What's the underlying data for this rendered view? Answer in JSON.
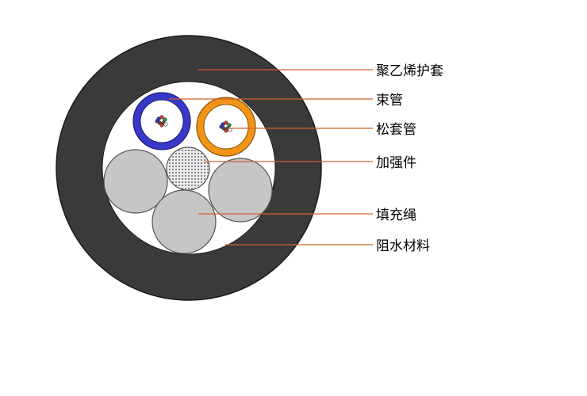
{
  "labels": {
    "outer_sheath": "聚乙烯护套",
    "bundle_tube": "束管",
    "loose_tube": "松套管",
    "strength_member": "加强件",
    "filler_rope": "填充绳",
    "water_blocking": "阻水材料"
  },
  "colors": {
    "sheath": "#3a3a3a",
    "sheath_outline": "#1a1a1a",
    "inner_fill": "#ffffff",
    "bundle_tube_ring": "#3838c8",
    "loose_tube_ring": "#f29418",
    "filler": "#c6c6c6",
    "strength_member_fill": "#ececec",
    "strength_member_dots": "#3c3c3c",
    "leader_line": "#d3622a",
    "fiber_colors": [
      "#2f3cd8",
      "#e23a2a",
      "#2a9a3a",
      "#8a4a1a",
      "#6a6a6a",
      "#ffffff"
    ]
  }
}
